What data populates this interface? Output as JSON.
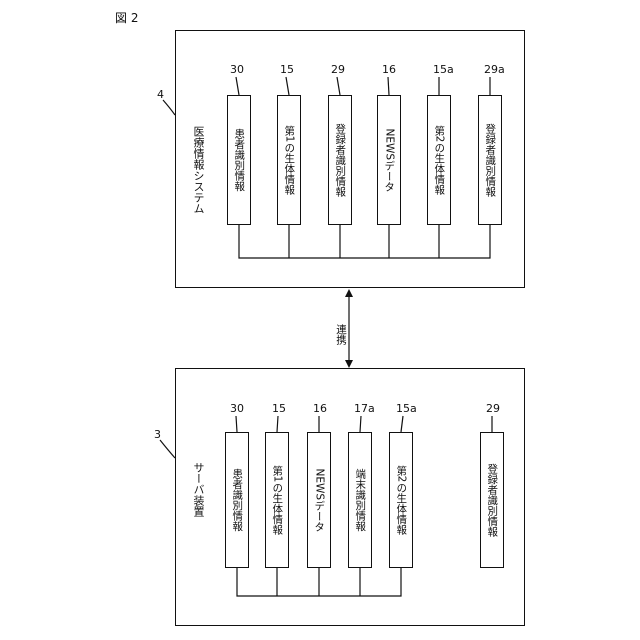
{
  "figure": {
    "label": "図 2"
  },
  "top_system": {
    "ref": "4",
    "title": "医療情報システム",
    "elements": [
      {
        "label": "患者識別情報",
        "ref": "30"
      },
      {
        "label": "第1の生体情報",
        "ref": "15"
      },
      {
        "label": "登録者識別情報",
        "ref": "29"
      },
      {
        "label": "NEWSデータ",
        "ref": "16"
      },
      {
        "label": "第2の生体情報",
        "ref": "15a"
      },
      {
        "label": "登録者識別情報",
        "ref": "29a"
      }
    ]
  },
  "link": {
    "label": "連携"
  },
  "bottom_system": {
    "ref": "3",
    "title": "サーバ装置",
    "elements": [
      {
        "label": "患者識別情報",
        "ref": "30"
      },
      {
        "label": "第1の生体情報",
        "ref": "15"
      },
      {
        "label": "NEWSデータ",
        "ref": "16"
      },
      {
        "label": "端末識別情報",
        "ref": "17a"
      },
      {
        "label": "第2の生体情報",
        "ref": "15a"
      }
    ],
    "separate_element": {
      "label": "登録者識別情報",
      "ref": "29"
    }
  }
}
